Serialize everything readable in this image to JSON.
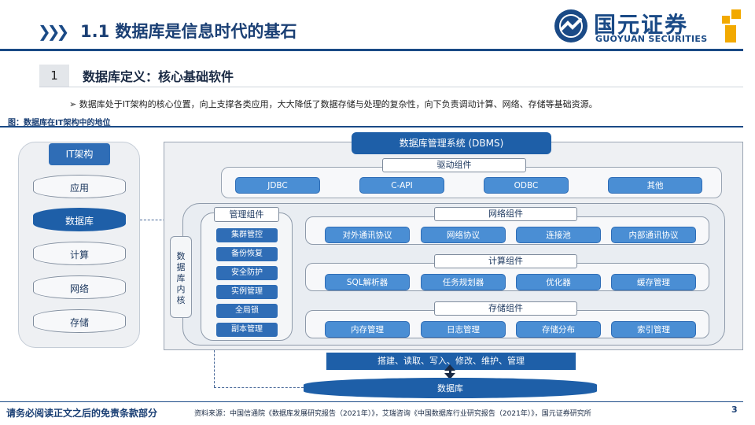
{
  "header": {
    "arrows": "❯❯❯",
    "title": "1.1 数据库是信息时代的基石",
    "logo_cn": "国元证券",
    "logo_en": "GUOYUAN SECURITIES"
  },
  "section": {
    "number": "1",
    "title": "数据库定义：核心基础软件",
    "bullet": "➢  数据库处于IT架构的核心位置，向上支撑各类应用，大大降低了数据存储与处理的复杂性，向下负责调动计算、网络、存储等基础资源。",
    "figure_caption": "图：数据库在IT架构中的地位"
  },
  "diagram": {
    "it_title": "IT架构",
    "it_layers": [
      "应用",
      "数据库",
      "计算",
      "网络",
      "存储"
    ],
    "dbms_title": "数据库管理系统 (DBMS)",
    "driver_title": "驱动组件",
    "drivers": [
      "JDBC",
      "C-API",
      "ODBC",
      "其他"
    ],
    "kernel_label": "数据库内核",
    "mgmt_title": "管理组件",
    "mgmt_items": [
      "集群管控",
      "备份恢复",
      "安全防护",
      "实例管理",
      "全局锁",
      "副本管理"
    ],
    "network_title": "网络组件",
    "network_items": [
      "对外通讯协议",
      "网络协议",
      "连接池",
      "内部通讯协议"
    ],
    "compute_title": "计算组件",
    "compute_items": [
      "SQL解析器",
      "任务规划器",
      "优化器",
      "缓存管理"
    ],
    "storage_title": "存储组件",
    "storage_items": [
      "内存管理",
      "日志管理",
      "存储分布",
      "索引管理"
    ],
    "operations": "搭建、读取、写入、修改、维护、管理",
    "database": "数据库"
  },
  "footer": {
    "warning": "请务必阅读正文之后的免责条款部分",
    "source": "资料来源：中国信通院《数据库发展研究报告（2021年）》，艾瑞咨询《中国数据库行业研究报告（2021年）》，国元证券研究所",
    "page": "3"
  },
  "colors": {
    "primary": "#1e5fa8",
    "dark": "#1a4a86",
    "accent": "#f2a900",
    "panel": "#eef0f3"
  }
}
